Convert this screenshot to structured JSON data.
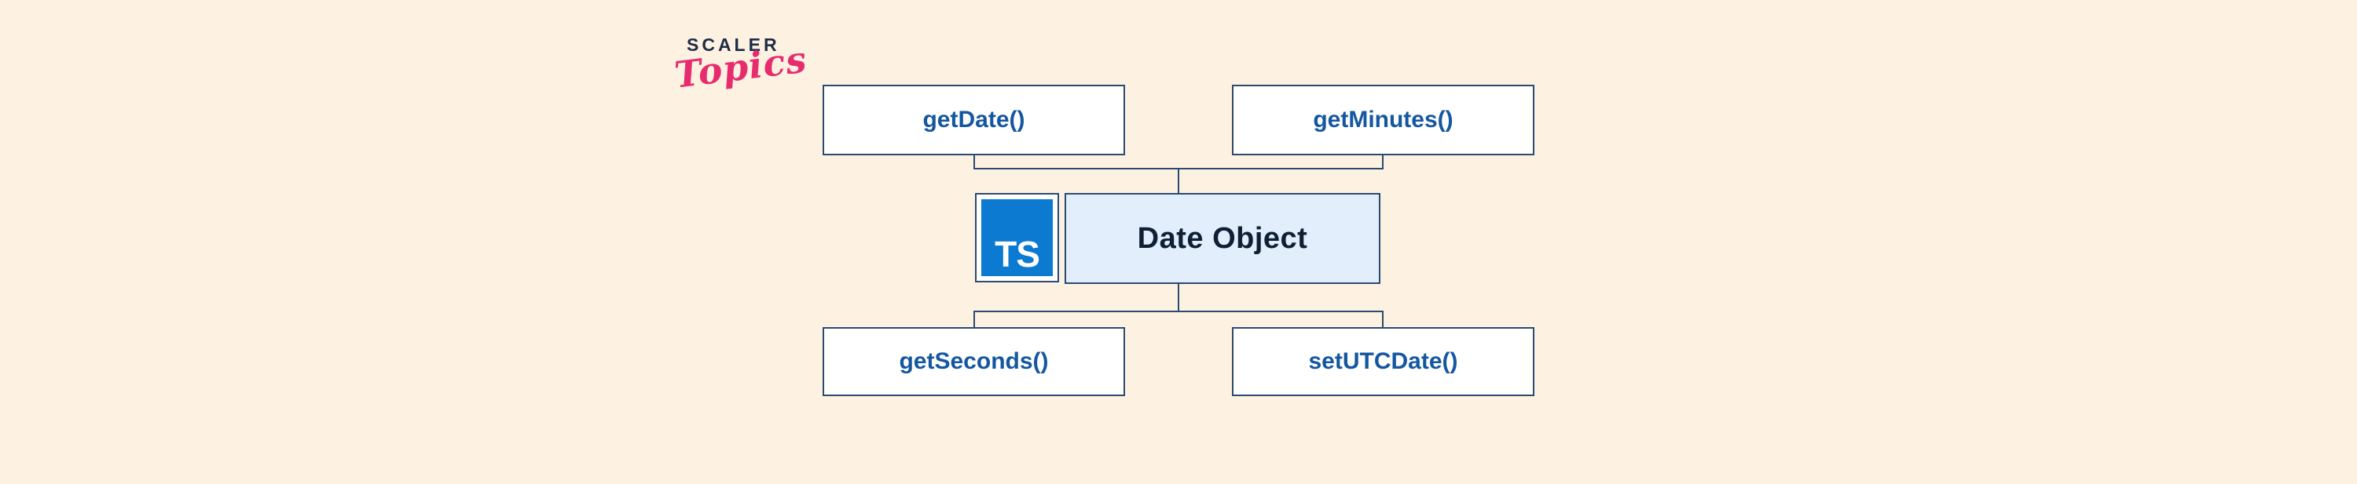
{
  "logo": {
    "brand": "SCALER",
    "sub": "Topics"
  },
  "diagram": {
    "center": {
      "label": "Date Object"
    },
    "ts_badge": {
      "label": "TS"
    },
    "methods": [
      {
        "id": "getdate",
        "label": "getDate()"
      },
      {
        "id": "getminutes",
        "label": "getMinutes()"
      },
      {
        "id": "getseconds",
        "label": "getSeconds()"
      },
      {
        "id": "setutcdate",
        "label": "setUTCDate()"
      }
    ]
  },
  "colors": {
    "background": "#fdf2e2",
    "border": "#2b4a72",
    "method_text": "#1457a0",
    "method_box_bg": "#ffffff",
    "center_fill": "#e2eefb",
    "center_text": "#111f35",
    "ts_blue": "#0c7ad0",
    "ts_text": "#ffffff",
    "brand_navy": "#1e2b47",
    "brand_pink": "#e72c6e"
  }
}
